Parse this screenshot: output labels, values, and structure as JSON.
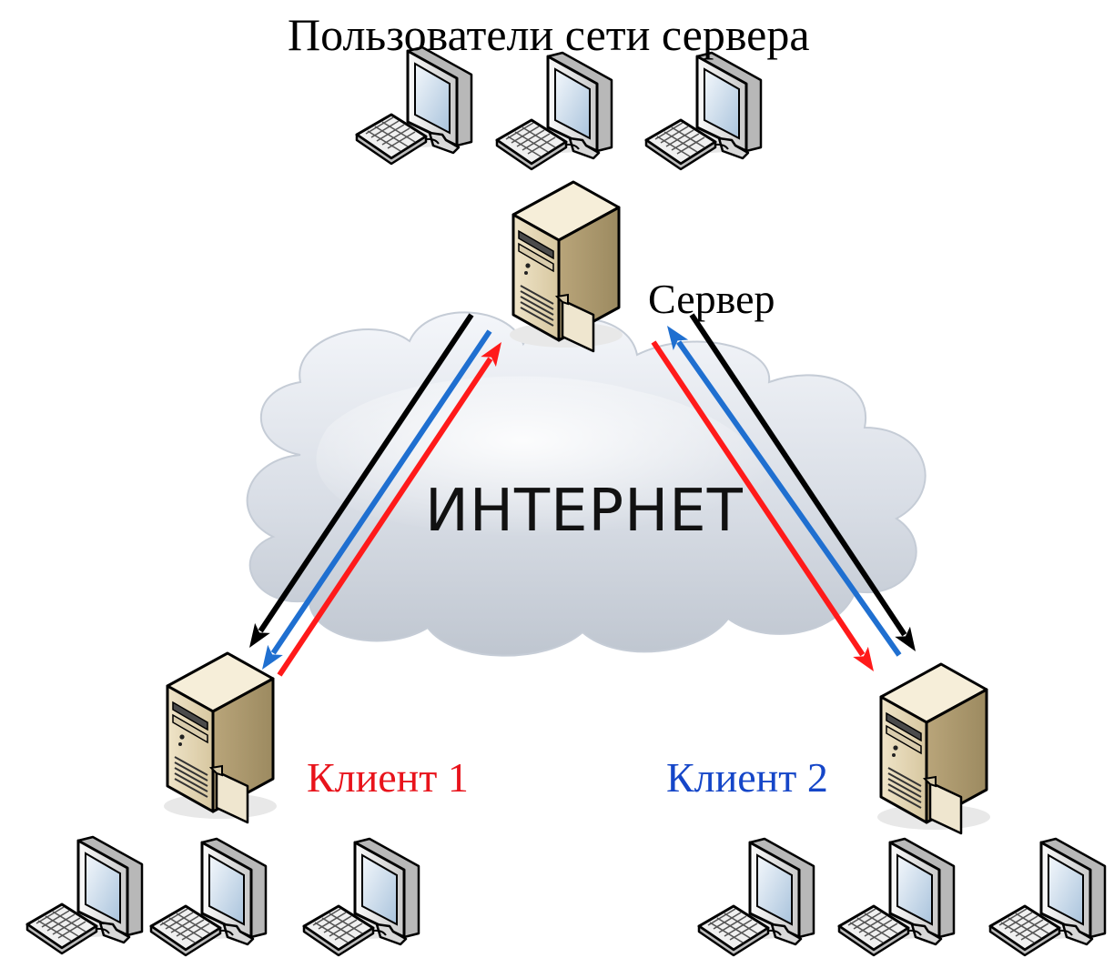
{
  "diagram": {
    "title": "Пользователи сети сервера",
    "cloud_label": "ИНТЕРНЕТ",
    "server": {
      "label": "Сервер"
    },
    "client1": {
      "label": "Клиент 1",
      "color": "#e8131b"
    },
    "client2": {
      "label": "Клиент 2",
      "color": "#1546c8"
    },
    "arrow_colors": {
      "black": "#000000",
      "blue": "#1f6fd0",
      "red": "#ff1a1a"
    },
    "icons": [
      "desktop-computer-icon",
      "tower-server-icon",
      "internet-cloud-icon"
    ]
  }
}
